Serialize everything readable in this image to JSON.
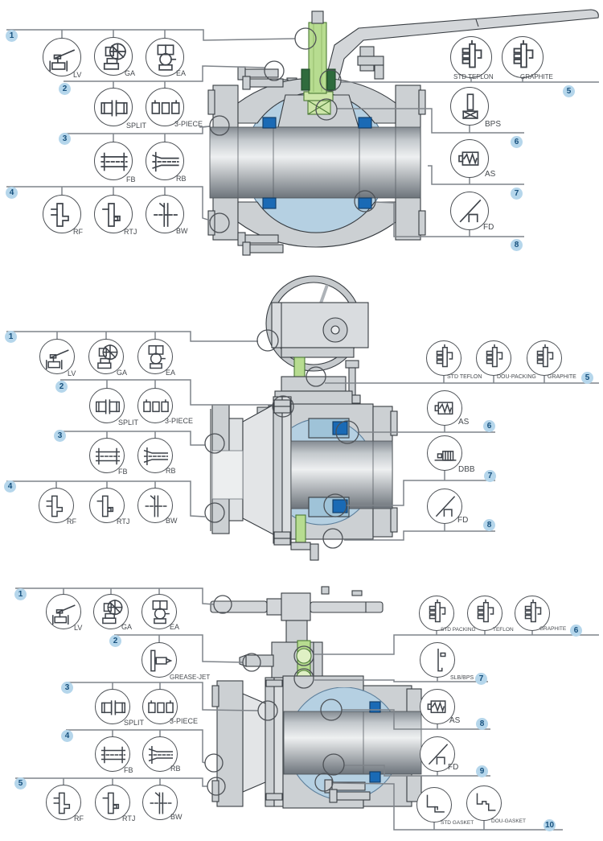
{
  "colors": {
    "connector": "#7f848a",
    "badge_bg": "#b5d6eb",
    "badge_text": "#17517e",
    "label_text": "#45494e",
    "body_gray": "#ccd0d3",
    "ball_blue": "#b5d0e2",
    "seat_blue": "#1a6ab5",
    "stem_green": "#b7dc90"
  },
  "sections": [
    {
      "name": "lever-operated-ball-valve",
      "groups": [
        {
          "number": "1",
          "items": [
            {
              "label": "LV",
              "icon": "lever-valve-icon"
            },
            {
              "label": "GA",
              "icon": "gear-actuator-icon"
            },
            {
              "label": "EA",
              "icon": "electric-actuator-icon"
            }
          ]
        },
        {
          "number": "2",
          "items": [
            {
              "label": "SPLIT",
              "icon": "split-body-icon"
            },
            {
              "label": "3-PIECE",
              "icon": "three-piece-body-icon"
            }
          ]
        },
        {
          "number": "3",
          "items": [
            {
              "label": "FB",
              "icon": "full-bore-icon"
            },
            {
              "label": "RB",
              "icon": "reduced-bore-icon"
            }
          ]
        },
        {
          "number": "4",
          "items": [
            {
              "label": "RF",
              "icon": "raised-face-icon"
            },
            {
              "label": "RTJ",
              "icon": "ring-joint-icon"
            },
            {
              "label": "BW",
              "icon": "butt-weld-icon"
            }
          ]
        },
        {
          "number": "5",
          "items": [
            {
              "label": "STD TEFLON",
              "icon": "stem-packing-icon"
            },
            {
              "label": "GRAPHITE",
              "icon": "stem-packing-icon"
            }
          ]
        },
        {
          "number": "6",
          "items": [
            {
              "label": "BPS",
              "icon": "blowout-proof-stem-icon"
            }
          ]
        },
        {
          "number": "7",
          "items": [
            {
              "label": "AS",
              "icon": "anti-static-icon"
            }
          ]
        },
        {
          "number": "8",
          "items": [
            {
              "label": "FD",
              "icon": "fire-safe-design-icon"
            }
          ]
        }
      ]
    },
    {
      "name": "gear-operated-ball-valve",
      "groups": [
        {
          "number": "1",
          "items": [
            {
              "label": "LV",
              "icon": "lever-valve-icon"
            },
            {
              "label": "GA",
              "icon": "gear-actuator-icon"
            },
            {
              "label": "EA",
              "icon": "electric-actuator-icon"
            }
          ]
        },
        {
          "number": "2",
          "items": [
            {
              "label": "SPLIT",
              "icon": "split-body-icon"
            },
            {
              "label": "3-PIECE",
              "icon": "three-piece-body-icon"
            }
          ]
        },
        {
          "number": "3",
          "items": [
            {
              "label": "FB",
              "icon": "full-bore-icon"
            },
            {
              "label": "RB",
              "icon": "reduced-bore-icon"
            }
          ]
        },
        {
          "number": "4",
          "items": [
            {
              "label": "RF",
              "icon": "raised-face-icon"
            },
            {
              "label": "RTJ",
              "icon": "ring-joint-icon"
            },
            {
              "label": "BW",
              "icon": "butt-weld-icon"
            }
          ]
        },
        {
          "number": "5",
          "items": [
            {
              "label": "STD TEFLON",
              "icon": "stem-packing-icon"
            },
            {
              "label": "DOU-PACKING",
              "icon": "stem-packing-icon"
            },
            {
              "label": "GRAPHITE",
              "icon": "stem-packing-icon"
            }
          ]
        },
        {
          "number": "6",
          "items": [
            {
              "label": "AS",
              "icon": "anti-static-icon"
            }
          ]
        },
        {
          "number": "7",
          "items": [
            {
              "label": "DBB",
              "icon": "double-block-bleed-icon"
            }
          ]
        },
        {
          "number": "8",
          "items": [
            {
              "label": "FD",
              "icon": "fire-safe-design-icon"
            }
          ]
        }
      ]
    },
    {
      "name": "wrench-operated-ball-valve",
      "groups": [
        {
          "number": "1",
          "items": [
            {
              "label": "LV",
              "icon": "lever-valve-icon"
            },
            {
              "label": "GA",
              "icon": "gear-actuator-icon"
            },
            {
              "label": "EA",
              "icon": "electric-actuator-icon"
            }
          ]
        },
        {
          "number": "2",
          "items": [
            {
              "label": "GREASE-JET",
              "icon": "grease-jet-icon"
            }
          ]
        },
        {
          "number": "3",
          "items": [
            {
              "label": "SPLIT",
              "icon": "split-body-icon"
            },
            {
              "label": "3-PIECE",
              "icon": "three-piece-body-icon"
            }
          ]
        },
        {
          "number": "4",
          "items": [
            {
              "label": "FB",
              "icon": "full-bore-icon"
            },
            {
              "label": "RB",
              "icon": "reduced-bore-icon"
            }
          ]
        },
        {
          "number": "5",
          "items": [
            {
              "label": "RF",
              "icon": "raised-face-icon"
            },
            {
              "label": "RTJ",
              "icon": "ring-joint-icon"
            },
            {
              "label": "BW",
              "icon": "butt-weld-icon"
            }
          ]
        },
        {
          "number": "6",
          "items": [
            {
              "label": "STD PACKING",
              "icon": "stem-packing-icon"
            },
            {
              "label": "TEFLON",
              "icon": "stem-packing-icon"
            },
            {
              "label": "GRAPHITE",
              "icon": "stem-packing-icon"
            }
          ]
        },
        {
          "number": "7",
          "items": [
            {
              "label": "SLB/BPS",
              "icon": "stem-bearing-icon"
            }
          ]
        },
        {
          "number": "8",
          "items": [
            {
              "label": "AS",
              "icon": "anti-static-icon"
            }
          ]
        },
        {
          "number": "9",
          "items": [
            {
              "label": "FD",
              "icon": "fire-safe-design-icon"
            }
          ]
        },
        {
          "number": "10",
          "items": [
            {
              "label": "STD GASKET",
              "icon": "std-gasket-icon"
            },
            {
              "label": "DOU-GASKET",
              "icon": "dou-gasket-icon"
            }
          ]
        }
      ]
    }
  ]
}
